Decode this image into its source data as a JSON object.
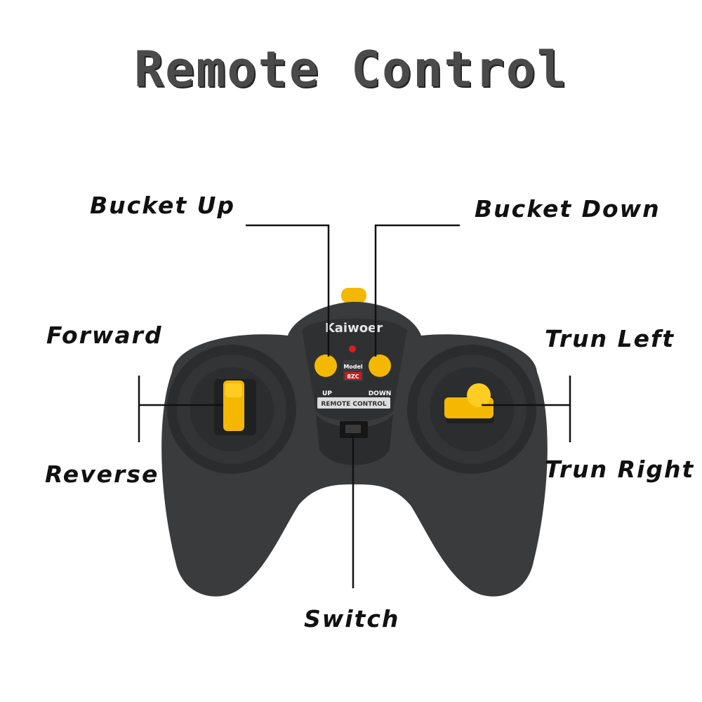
{
  "title": "Remote Control",
  "labels": {
    "bucket_up": "Bucket Up",
    "bucket_down": "Bucket Down",
    "forward": "Forward",
    "reverse": "Reverse",
    "turn_left": "Trun Left",
    "turn_right": "Trun Right",
    "switch": "Switch"
  },
  "device": {
    "brand": "Kaiwoer",
    "model_label": "Model",
    "model_value": "8ZC",
    "up_label": "UP",
    "down_label": "DOWN",
    "panel_label": "REMOTE CONTROL"
  },
  "colors": {
    "body": "#3a3b3d",
    "body_dark": "#2b2c2e",
    "accent": "#f5b800",
    "line": "#111111"
  }
}
